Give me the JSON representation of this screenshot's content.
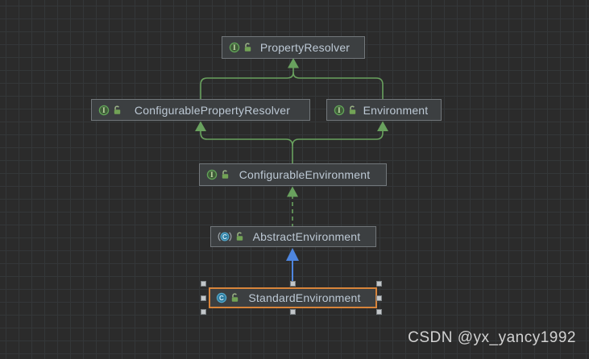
{
  "diagram": {
    "nodes": [
      {
        "id": "PropertyResolver",
        "label": "PropertyResolver",
        "kind": "interface",
        "visibility": "public",
        "selected": false
      },
      {
        "id": "ConfigurablePropertyResolver",
        "label": "ConfigurablePropertyResolver",
        "kind": "interface",
        "visibility": "public",
        "selected": false
      },
      {
        "id": "Environment",
        "label": "Environment",
        "kind": "interface",
        "visibility": "public",
        "selected": false
      },
      {
        "id": "ConfigurableEnvironment",
        "label": "ConfigurableEnvironment",
        "kind": "interface",
        "visibility": "public",
        "selected": false
      },
      {
        "id": "AbstractEnvironment",
        "label": "AbstractEnvironment",
        "kind": "abstract-class",
        "visibility": "public",
        "selected": false
      },
      {
        "id": "StandardEnvironment",
        "label": "StandardEnvironment",
        "kind": "class",
        "visibility": "public",
        "selected": true
      }
    ],
    "edges": [
      {
        "from": "ConfigurablePropertyResolver",
        "to": "PropertyResolver",
        "type": "interface-extends",
        "style": "solid-green"
      },
      {
        "from": "Environment",
        "to": "PropertyResolver",
        "type": "interface-extends",
        "style": "solid-green"
      },
      {
        "from": "ConfigurableEnvironment",
        "to": "ConfigurablePropertyResolver",
        "type": "interface-extends",
        "style": "solid-green"
      },
      {
        "from": "ConfigurableEnvironment",
        "to": "Environment",
        "type": "interface-extends",
        "style": "solid-green"
      },
      {
        "from": "AbstractEnvironment",
        "to": "ConfigurableEnvironment",
        "type": "implements",
        "style": "dashed-green"
      },
      {
        "from": "StandardEnvironment",
        "to": "AbstractEnvironment",
        "type": "extends",
        "style": "solid-blue"
      }
    ],
    "icons": {
      "interface": "interface-icon",
      "class": "class-icon",
      "abstract_class": "abstract-class-icon",
      "lock": "unlocked-icon"
    }
  },
  "colors": {
    "canvas_bg": "#2b2b2b",
    "grid_line": "#343739",
    "node_bg": "#3c3f41",
    "node_border": "#72777b",
    "node_text": "#bdc9d5",
    "selection_orange": "#d8843a",
    "edge_green": "#69a15e",
    "edge_blue": "#4e86e0",
    "handle_fill": "#c2c6c9",
    "handle_border": "#7e8386",
    "watermark_gray": "#d2d2d2",
    "interface_fill": "#3f5c38",
    "interface_ring": "#62a559",
    "interface_letter": "#c9e0ae",
    "class_fill": "#2e7ca0",
    "class_ring": "#54a7c9",
    "class_letter": "#d2ecf8",
    "paren_gray": "#9fa6ab",
    "lock_green": "#72a356",
    "lock_shackle": "#9bb386"
  },
  "watermark": {
    "text": "CSDN @yx_yancy1992"
  }
}
